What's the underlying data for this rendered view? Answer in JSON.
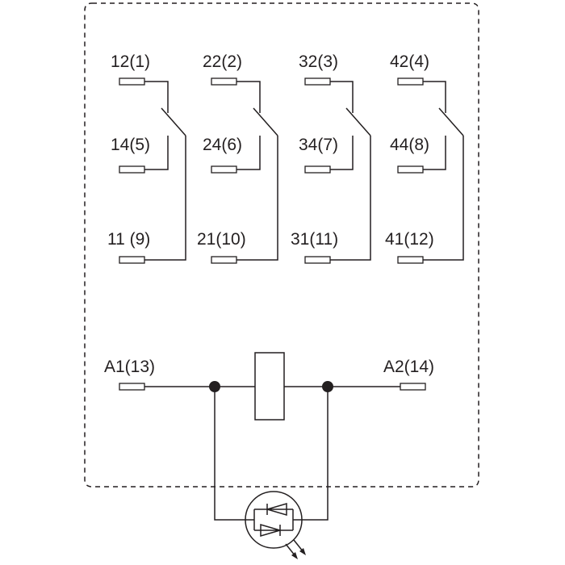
{
  "relay": {
    "contacts": [
      {
        "nc_label": "12(1)",
        "no_label": "14(5)",
        "common_label": "11 (9)"
      },
      {
        "nc_label": "22(2)",
        "no_label": "24(6)",
        "common_label": "21(10)"
      },
      {
        "nc_label": "32(3)",
        "no_label": "34(7)",
        "common_label": "31(11)"
      },
      {
        "nc_label": "42(4)",
        "no_label": "44(8)",
        "common_label": "41(12)"
      }
    ],
    "coil": {
      "a1_label": "A1(13)",
      "a2_label": "A2(14)"
    },
    "indicator": {
      "type": "bidirectional LED"
    }
  }
}
